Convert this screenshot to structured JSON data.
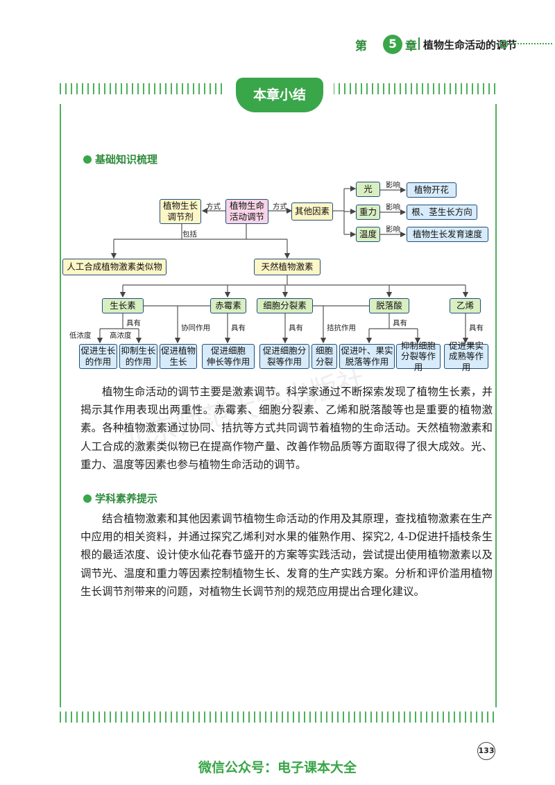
{
  "header": {
    "chapter_prefix": "第",
    "chapter_number": "5",
    "chapter_suffix": "章",
    "chapter_title": "植物生命活动的调节"
  },
  "title": "本章小结",
  "section1": {
    "title": "基础知识梳理"
  },
  "diagram": {
    "regulator": "植物生长\n调节剂",
    "center": "植物生命\n活动调节",
    "other_factors": "其他因素",
    "fangshi_left": "方式",
    "fangshi_right": "方式",
    "includes": "包括",
    "factors": [
      {
        "name": "光",
        "effect_label": "影响",
        "effect": "植物开花"
      },
      {
        "name": "重力",
        "effect_label": "影响",
        "effect": "根、茎生长方向"
      },
      {
        "name": "温度",
        "effect_label": "影响",
        "effect": "植物生长发育速度"
      }
    ],
    "synthetic": "人工合成植物激素类似物",
    "natural": "天然植物激素",
    "hormones": [
      "生长素",
      "赤霉素",
      "细胞分裂素",
      "脱落酸",
      "乙烯"
    ],
    "labels": {
      "auxin_has": "具有",
      "low_conc": "低浓度",
      "high_conc": "高浓度",
      "synergy": "协同作用",
      "gib_has": "具有",
      "cyto_has": "具有",
      "antagonism": "拮抗作用",
      "aba_has": "具有",
      "eth_has": "具有"
    },
    "effects": [
      "促进生长\n的作用",
      "抑制生长\n的作用",
      "促进植物\n生长",
      "促进细胞\n伸长等作用",
      "促进细胞分\n裂等作用",
      "细胞\n分裂",
      "促进叶、果实\n脱落等作用",
      "抑制细胞\n分裂等作用",
      "促进果实\n成熟等作用"
    ]
  },
  "paragraph1": "植物生命活动的调节主要是激素调节。科学家通过不断探索发现了植物生长素，并揭示其作用表现出两重性。赤霉素、细胞分裂素、乙烯和脱落酸等也是重要的植物激素。各种植物激素通过协同、拮抗等方式共同调节着植物的生命活动。天然植物激素和人工合成的激素类似物已在提高作物产量、改善作物品质等方面取得了很大成效。光、重力、温度等因素也参与植物生命活动的调节。",
  "section2": {
    "title": "学科素养提示"
  },
  "paragraph2": "结合植物激素和其他因素调节植物生命活动的作用及其原理，查找植物激素在生产中应用的相关资料，并通过探究乙烯利对水果的催熟作用、探究2, 4-D促进扦插枝条生根的最适浓度、设计使水仙花春节盛开的方案等实践活动，尝试提出使用植物激素以及调节光、温度和重力等因素控制植物生长、发育的生产实践方案。分析和评价滥用植物生长调节剂带来的问题，对植物生长调节剂的规范应用提出合理化建议。",
  "watermark": "北京师范大学出版社",
  "page_number": "133",
  "footer": "微信公众号：电子课本大全",
  "colors": {
    "accent": "#3aa64a",
    "box_border": "#1f4e79"
  }
}
